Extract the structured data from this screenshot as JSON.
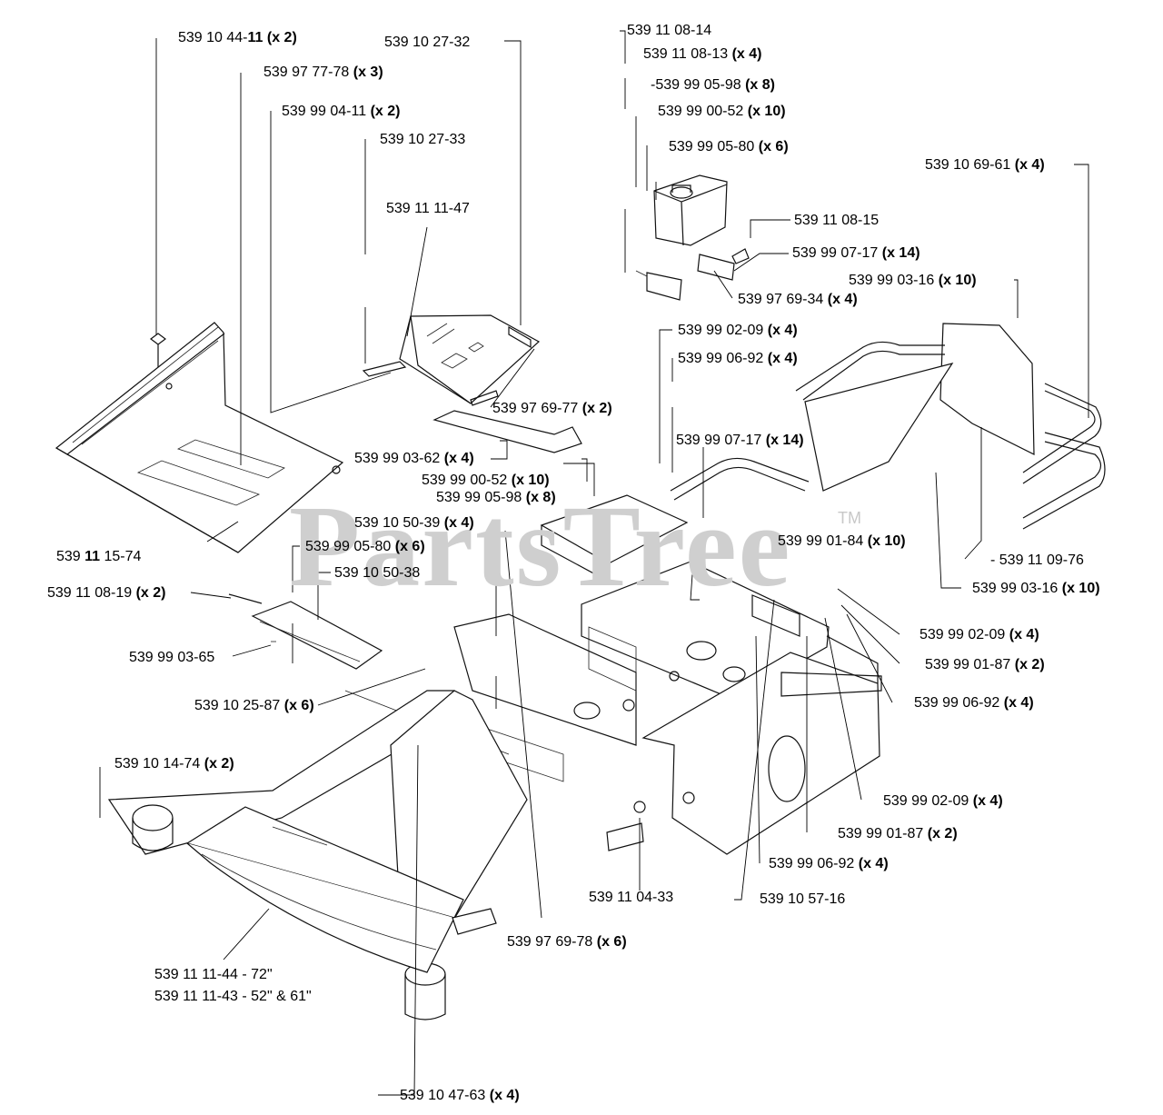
{
  "watermark": "PartsTree",
  "watermark_tm": "TM",
  "labels": [
    {
      "num": "539 10 44-",
      "bold": "11 (x 2)"
    },
    {
      "num": "539 10 27-32",
      "bold": ""
    },
    {
      "num": "539 97 77-78 ",
      "bold": "(x 3)"
    },
    {
      "num": "539 99 04-11 ",
      "bold": "(x 2)"
    },
    {
      "num": "539 10 27-33",
      "bold": ""
    },
    {
      "num": "539 11 11-47",
      "bold": ""
    },
    {
      "num": "539 11 08-14",
      "bold": ""
    },
    {
      "num": "539 11 08-13 ",
      "bold": "(x 4)"
    },
    {
      "num": "-539 99 05-98 ",
      "bold": "(x 8)"
    },
    {
      "num": "539 99 00-52 ",
      "bold": "(x 10)"
    },
    {
      "num": "539 99 05-80 ",
      "bold": "(x 6)"
    },
    {
      "num": "539 10 69-61 ",
      "bold": "(x 4)"
    },
    {
      "num": "539 11 08-15",
      "bold": ""
    },
    {
      "num": "539 99 07-17 ",
      "bold": "(x 14)"
    },
    {
      "num": "539 99 03-16 ",
      "bold": "(x 10)"
    },
    {
      "num": "539 97 69-34 ",
      "bold": "(x 4)"
    },
    {
      "num": "539 99 02-09 ",
      "bold": "(x 4)"
    },
    {
      "num": "539 99 06-92 ",
      "bold": "(x 4)"
    },
    {
      "num": "539 97 69-77 ",
      "bold": "(x 2)"
    },
    {
      "num": "539 99 07-17 ",
      "bold": "(x 14)"
    },
    {
      "num": "539 99 03-62 ",
      "bold": "(x 4)"
    },
    {
      "num": "539 99 00-52 ",
      "bold": "(x 10)"
    },
    {
      "num": "539 99 05-98 ",
      "bold": "(x 8)"
    },
    {
      "num": "539 ",
      "bold": "11",
      "rest": " 15-74"
    },
    {
      "num": "539 10 50-39 ",
      "bold": "(x 4)"
    },
    {
      "num": "539 99 05-80 ",
      "bold": "(x 6)"
    },
    {
      "num": "539 10 50-38",
      "bold": ""
    },
    {
      "num": "539 11 08-19 ",
      "bold": "(x 2)"
    },
    {
      "num": "539 99 01-84 ",
      "bold": "(x 10)"
    },
    {
      "num": "- 539 11 09-76",
      "bold": ""
    },
    {
      "num": "539 99 03-16 ",
      "bold": "(x 10)"
    },
    {
      "num": "539 99 02-09 ",
      "bold": "(x 4)"
    },
    {
      "num": "539 99 03-65",
      "bold": ""
    },
    {
      "num": "539 99 01-87 ",
      "bold": "(x 2)"
    },
    {
      "num": "539 10 25-87 ",
      "bold": "(x 6)"
    },
    {
      "num": "539 99 06-92 ",
      "bold": "(x 4)"
    },
    {
      "num": "539 10 14-74 ",
      "bold": "(x 2)"
    },
    {
      "num": "539 99 02-09 ",
      "bold": "(x 4)"
    },
    {
      "num": "539 99 01-87 ",
      "bold": "(x 2)"
    },
    {
      "num": "539 99 06-92 ",
      "bold": "(x 4)"
    },
    {
      "num": "539 11 04-33",
      "bold": ""
    },
    {
      "num": "539 10 57-16",
      "bold": ""
    },
    {
      "num": "539 97 69-78 ",
      "bold": "(x 6)"
    },
    {
      "num": "539 11 11-44 - 72\"",
      "bold": ""
    },
    {
      "num": "539 11 11-43 - 52\" & 61\"",
      "bold": ""
    },
    {
      "num": "539 10 47-63 ",
      "bold": "(x 4)"
    }
  ]
}
